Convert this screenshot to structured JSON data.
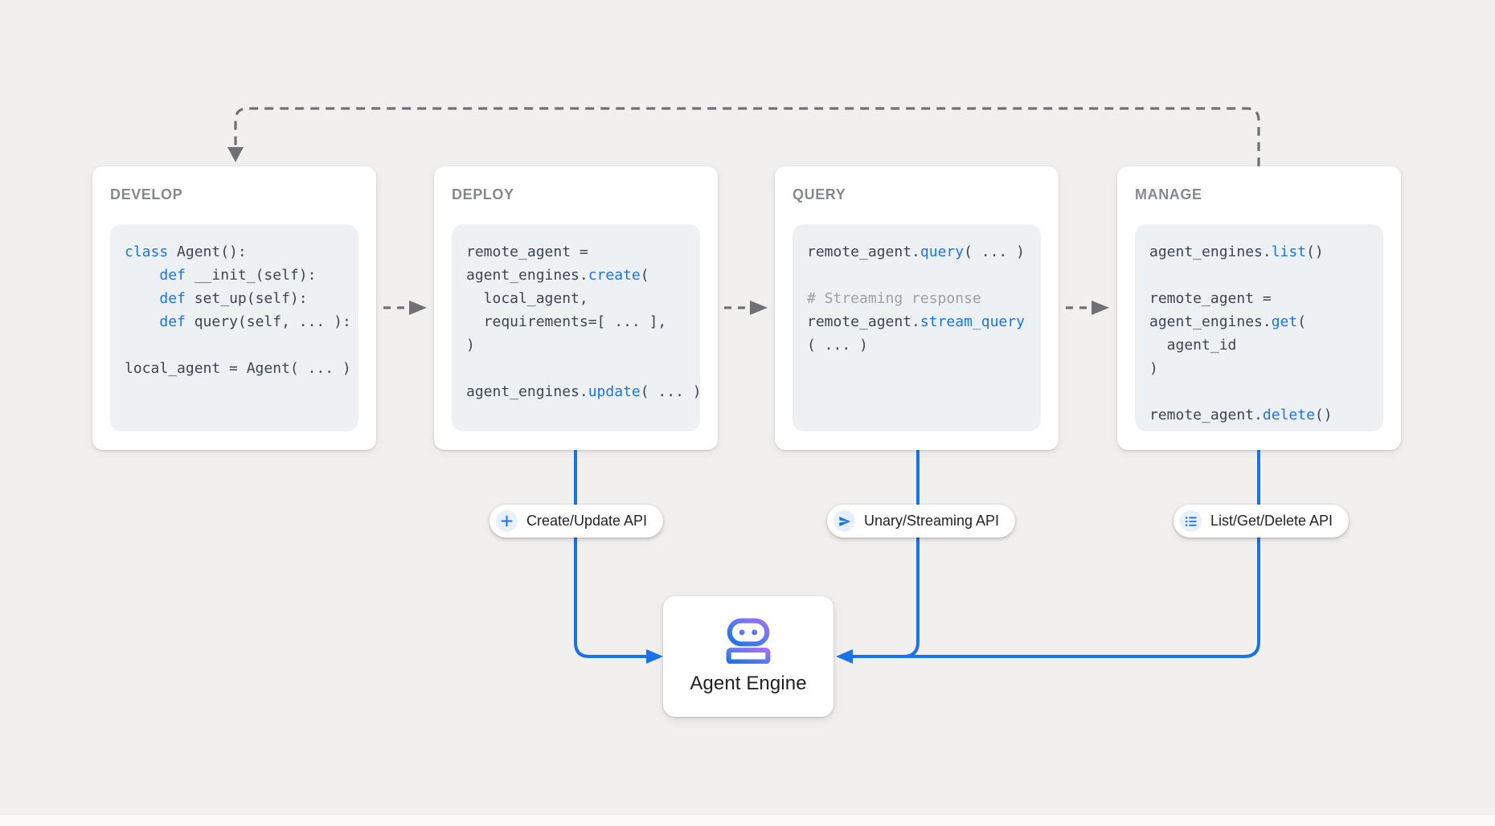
{
  "colors": {
    "background": "#f2f0ee",
    "accent_blue": "#1a73e8",
    "gradient_purple": "#a36ef5",
    "dash_gray": "#6e7276",
    "title_gray": "#85898d",
    "code_text": "#3c4551",
    "code_comment": "#9aa0a6",
    "code_bg": "#eef1f4",
    "icon_circle_bg": "#e8effd"
  },
  "cards": [
    {
      "id": "develop",
      "title": "DEVELOP",
      "code": [
        [
          {
            "t": "class ",
            "s": "kw"
          },
          {
            "t": "Agent():",
            "s": "pl"
          }
        ],
        [
          {
            "t": "    ",
            "s": "pl"
          },
          {
            "t": "def ",
            "s": "kw"
          },
          {
            "t": "__init_(self):",
            "s": "pl"
          }
        ],
        [
          {
            "t": "    ",
            "s": "pl"
          },
          {
            "t": "def ",
            "s": "kw"
          },
          {
            "t": "set_up(self):",
            "s": "pl"
          }
        ],
        [
          {
            "t": "    ",
            "s": "pl"
          },
          {
            "t": "def ",
            "s": "kw"
          },
          {
            "t": "query(self, ... ):",
            "s": "pl"
          }
        ],
        [],
        [
          {
            "t": "local_agent = Agent( ... )",
            "s": "pl"
          }
        ]
      ]
    },
    {
      "id": "deploy",
      "title": "DEPLOY",
      "code": [
        [
          {
            "t": "remote_agent =",
            "s": "pl"
          }
        ],
        [
          {
            "t": "agent_engines.",
            "s": "pl"
          },
          {
            "t": "create",
            "s": "kw"
          },
          {
            "t": "(",
            "s": "pl"
          }
        ],
        [
          {
            "t": "  local_agent,",
            "s": "pl"
          }
        ],
        [
          {
            "t": "  requirements=[ ... ],",
            "s": "pl"
          }
        ],
        [
          {
            "t": ")",
            "s": "pl"
          }
        ],
        [],
        [
          {
            "t": "agent_engines.",
            "s": "pl"
          },
          {
            "t": "update",
            "s": "kw"
          },
          {
            "t": "( ... )",
            "s": "pl"
          }
        ]
      ]
    },
    {
      "id": "query",
      "title": "QUERY",
      "code": [
        [
          {
            "t": "remote_agent.",
            "s": "pl"
          },
          {
            "t": "query",
            "s": "kw"
          },
          {
            "t": "( ... )",
            "s": "pl"
          }
        ],
        [],
        [
          {
            "t": "# Streaming response",
            "s": "cm"
          }
        ],
        [
          {
            "t": "remote_agent.",
            "s": "pl"
          },
          {
            "t": "stream_query",
            "s": "kw"
          }
        ],
        [
          {
            "t": "( ... )",
            "s": "pl"
          }
        ]
      ]
    },
    {
      "id": "manage",
      "title": "MANAGE",
      "code": [
        [
          {
            "t": "agent_engines.",
            "s": "pl"
          },
          {
            "t": "list",
            "s": "kw"
          },
          {
            "t": "()",
            "s": "pl"
          }
        ],
        [],
        [
          {
            "t": "remote_agent =",
            "s": "pl"
          }
        ],
        [
          {
            "t": "agent_engines.",
            "s": "pl"
          },
          {
            "t": "get",
            "s": "kw"
          },
          {
            "t": "(",
            "s": "pl"
          }
        ],
        [
          {
            "t": "  agent_id",
            "s": "pl"
          }
        ],
        [
          {
            "t": ")",
            "s": "pl"
          }
        ],
        [],
        [
          {
            "t": "remote_agent.",
            "s": "pl"
          },
          {
            "t": "delete",
            "s": "kw"
          },
          {
            "t": "()",
            "s": "pl"
          }
        ]
      ]
    }
  ],
  "pills": [
    {
      "id": "create-update-api",
      "icon": "plus-icon",
      "label": "Create/Update API"
    },
    {
      "id": "unary-streaming-api",
      "icon": "send-icon",
      "label": "Unary/Streaming API"
    },
    {
      "id": "list-get-delete-api",
      "icon": "list-icon",
      "label": "List/Get/Delete API"
    }
  ],
  "engine": {
    "label": "Agent Engine",
    "icon": "robot-icon"
  }
}
